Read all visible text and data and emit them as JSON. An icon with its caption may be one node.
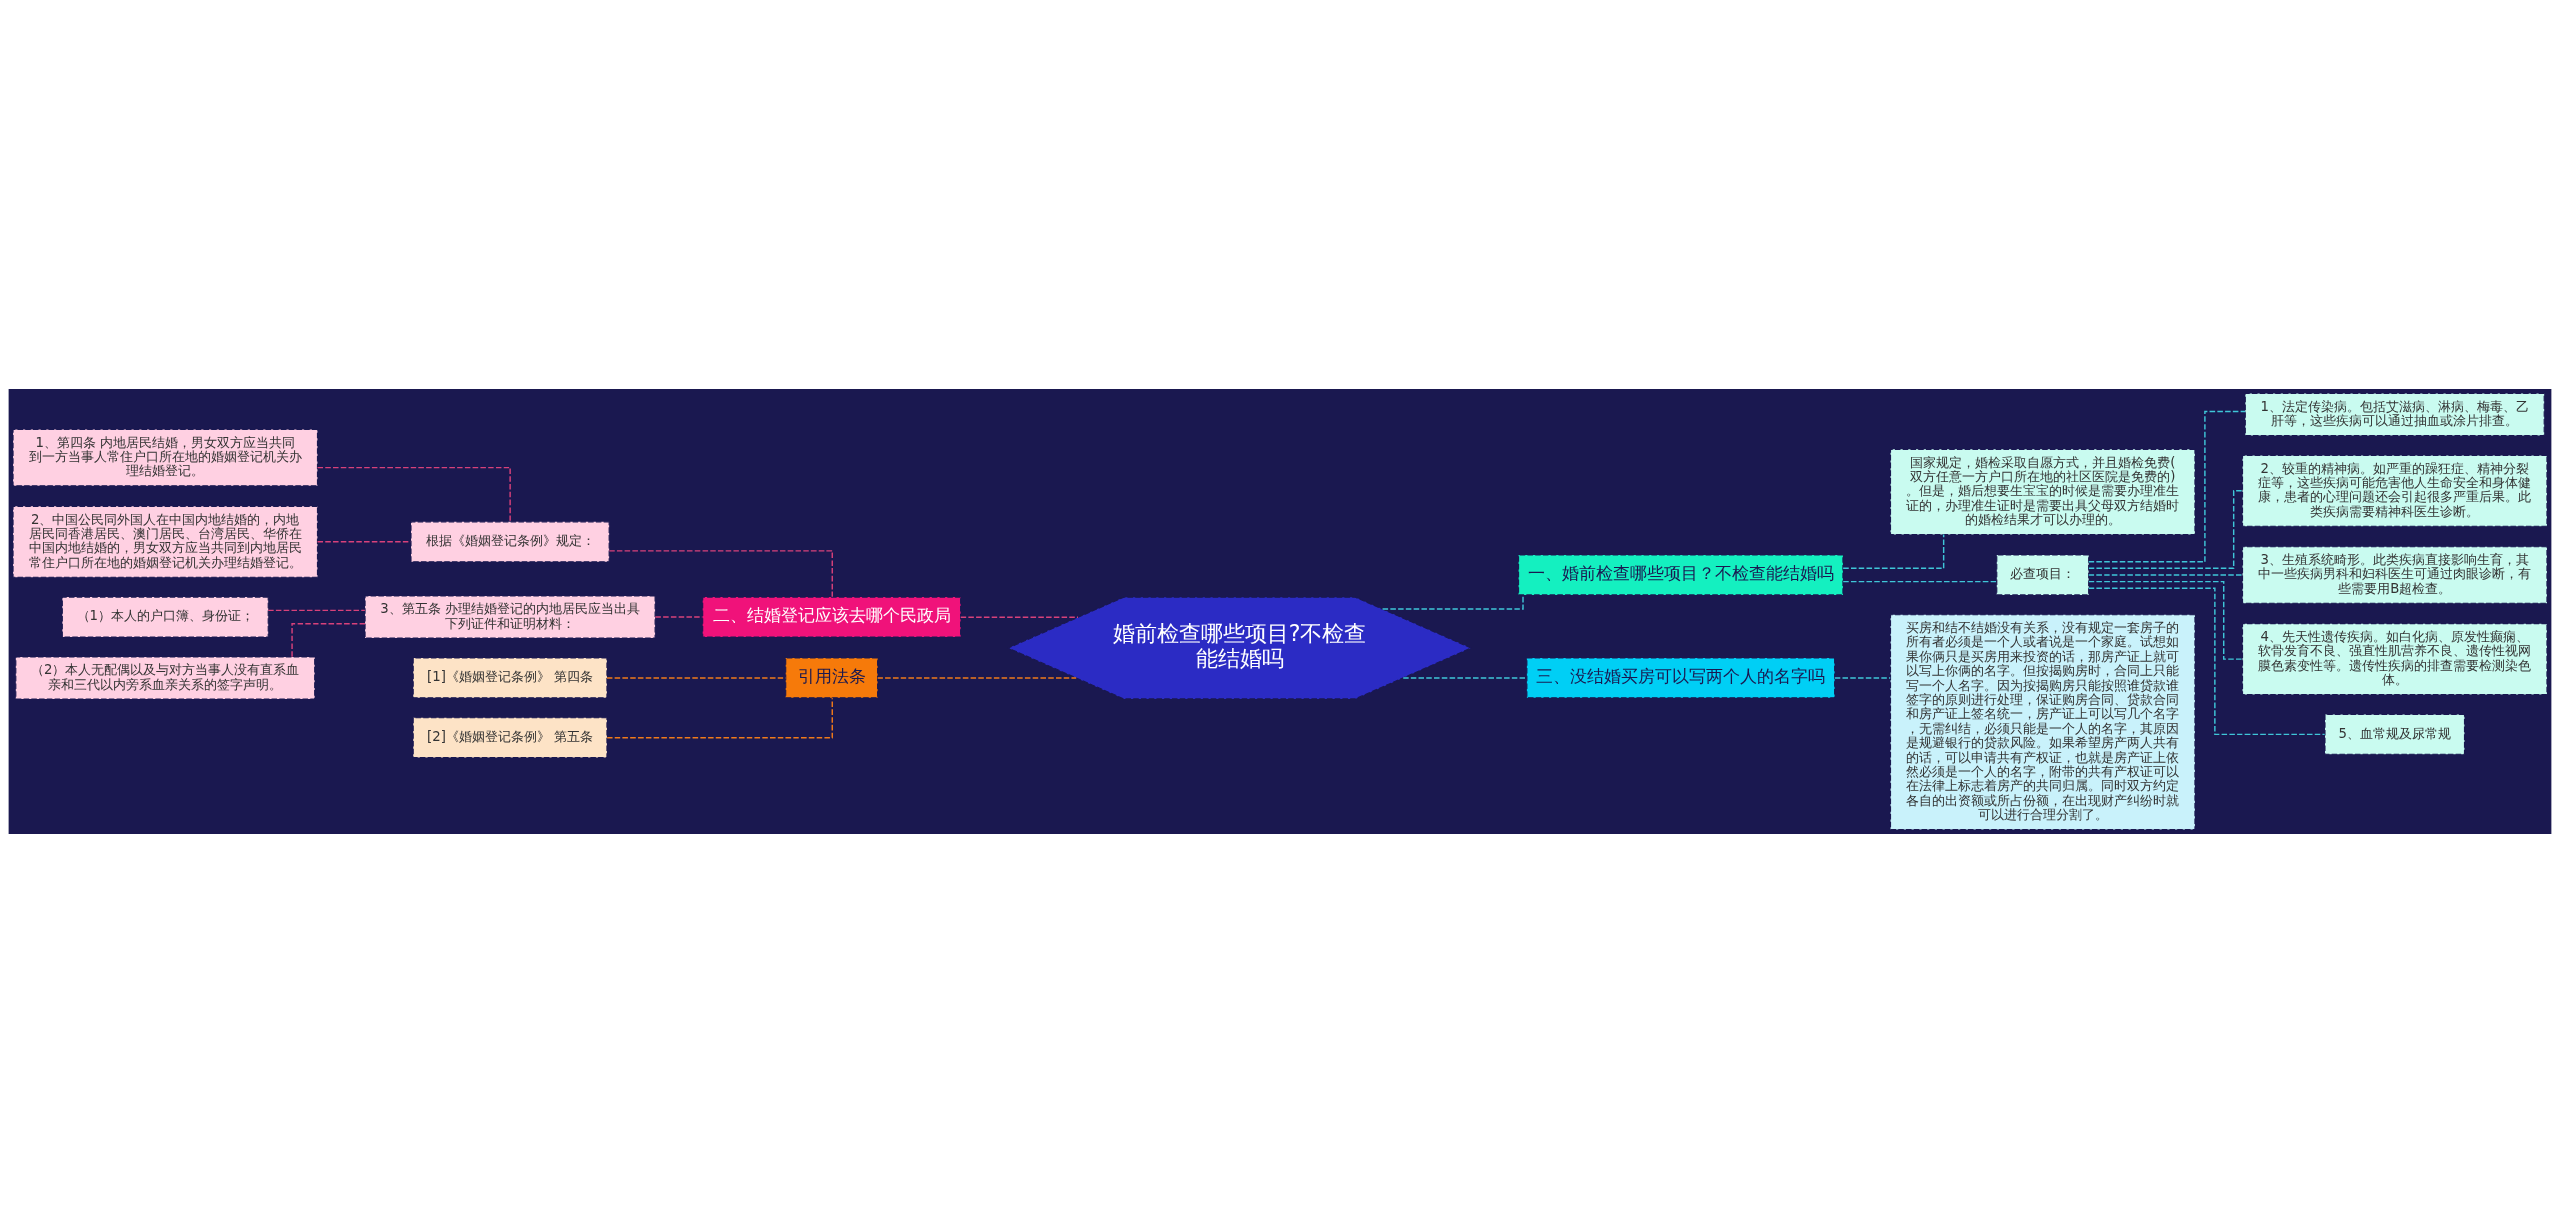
{
  "diagram": {
    "nodes": [
      {
        "text": [
          "婚前检查哪些项目?不检查能结婚吗"
        ]
      },
      {
        "text": [
          "一、婚前检查哪些项目？不检查能结婚吗"
        ]
      },
      {
        "text": [
          "国家规定，婚检采取自愿方式，并且婚检免费(双方任意一方户口所在地的社区医院是免费的)。但是，婚后想要生宝宝的时候是需要办理准生证的，办理准生证时是需要出具父母双方结婚时的婚检结果才可以办理的。"
        ]
      },
      {
        "text": [
          "必查项目："
        ]
      },
      {
        "text": [
          "1、法定传染病。包括艾滋病、淋病、梅毒、乙肝等，这些疾病可以通过抽血或涂片排查。"
        ]
      },
      {
        "text": [
          "2、较重的精神病。如严重的躁狂症、精神分裂症等，这些疾病可能危害他人生命安全和身体健康，患者的心理问题还会引起很多严重后果。此类疾病需要精神科医生诊断。"
        ]
      },
      {
        "text": [
          "3、生殖系统畸形。此类疾病直接影响生育，其中一些疾病男科和妇科医生可通过肉眼诊断，有些需要用B超检查。"
        ]
      },
      {
        "text": [
          "4、先天性遗传疾病。如白化病、原发性癫痫、软骨发育不良、强直性肌营养不良、遗传性视网膜色素变性等。遗传性疾病的排查需要检测染色体。"
        ]
      },
      {
        "text": [
          "5、血常规及尿常规"
        ]
      },
      {
        "text": [
          "三、没结婚买房可以写两个人的名字吗"
        ]
      },
      {
        "text": [
          "买房和结不结婚没有关系，没有规定一套房子的所有者必须是一个人或者说是一个家庭。试想如果你俩只是买房用来投资的话，那房产证上就可以写上你俩的名字。但按揭购房时，合同上只能写一个人名字。因为按揭购房只能按照谁贷款谁签字的原则进行处理，保证购房合同、贷款合同和房产证上签名统一，房产证上可以写几个名字，无需纠结，必须只能是一个人的名字，其原因是规避银行的贷款风险。如果希望房产两人共有的话，可以申请共有产权证，也就是房产证上依然必须是一个人的名字，附带的共有产权证可以在法律上标志着房产的共同归属。同时双方约定各自的出资额或所占份额，在出现财产纠纷时就可以进行合理分割了。"
        ]
      },
      {
        "text": [
          "二、结婚登记应该去哪个民政局"
        ]
      },
      {
        "text": [
          "根据《婚姻登记条例》规定："
        ]
      },
      {
        "text": [
          "1、第四条 内地居民结婚，男女双方应当共同到一方当事人常住户口所在地的婚姻登记机关办理结婚登记。"
        ]
      },
      {
        "text": [
          "2、中国公民同外国人在中国内地结婚的，内地居民同香港居民、澳门居民、台湾居民、华侨在中国内地结婚的，男女双方应当共同到内地居民常住户口所在地的婚姻登记机关办理结婚登记。"
        ]
      },
      {
        "text": [
          "3、第五条 办理结婚登记的内地居民应当出具下列证件和证明材料："
        ]
      },
      {
        "text": [
          "（1）本人的户口簿、身份证；"
        ]
      },
      {
        "text": [
          "（2）本人无配偶以及与对方当事人没有直系血亲和三代以内旁系血亲关系的签字声明。"
        ]
      },
      {
        "text": [
          "引用法条"
        ]
      },
      {
        "text": [
          "[1]《婚姻登记条例》 第四条"
        ]
      },
      {
        "text": [
          "[2]《婚姻登记条例》 第五条"
        ]
      }
    ],
    "edges": [
      {
        "from": 0,
        "to": 1,
        "arrow": "none",
        "style": "dashed",
        "color": "#3fc6d8"
      },
      {
        "from": 1,
        "to": 2,
        "arrow": "none",
        "style": "dashed",
        "color": "#3fc6d8"
      },
      {
        "from": 1,
        "to": 3,
        "arrow": "none",
        "style": "dashed",
        "color": "#3fc6d8"
      },
      {
        "from": 3,
        "to": 4,
        "arrow": "none",
        "style": "dashed",
        "color": "#3fc6d8"
      },
      {
        "from": 3,
        "to": 5,
        "arrow": "none",
        "style": "dashed",
        "color": "#3fc6d8"
      },
      {
        "from": 3,
        "to": 6,
        "arrow": "none",
        "style": "dashed",
        "color": "#3fc6d8"
      },
      {
        "from": 3,
        "to": 7,
        "arrow": "none",
        "style": "dashed",
        "color": "#3fc6d8"
      },
      {
        "from": 3,
        "to": 8,
        "arrow": "none",
        "style": "dashed",
        "color": "#3fc6d8"
      },
      {
        "from": 0,
        "to": 9,
        "arrow": "none",
        "style": "dashed",
        "color": "#3fc6d8"
      },
      {
        "from": 9,
        "to": 10,
        "arrow": "none",
        "style": "dashed",
        "color": "#3fc6d8"
      },
      {
        "from": 0,
        "to": 11,
        "arrow": "none",
        "style": "dashed",
        "color": "#d8417a"
      },
      {
        "from": 11,
        "to": 12,
        "arrow": "none",
        "style": "dashed",
        "color": "#d8417a"
      },
      {
        "from": 12,
        "to": 13,
        "arrow": "none",
        "style": "dashed",
        "color": "#d8417a"
      },
      {
        "from": 12,
        "to": 14,
        "arrow": "none",
        "style": "dashed",
        "color": "#d8417a"
      },
      {
        "from": 11,
        "to": 15,
        "arrow": "none",
        "style": "dashed",
        "color": "#d8417a"
      },
      {
        "from": 15,
        "to": 16,
        "arrow": "none",
        "style": "dashed",
        "color": "#d8417a"
      },
      {
        "from": 15,
        "to": 17,
        "arrow": "none",
        "style": "dashed",
        "color": "#d8417a"
      },
      {
        "from": 0,
        "to": 18,
        "arrow": "none",
        "style": "dashed",
        "color": "#f07a1a"
      },
      {
        "from": 18,
        "to": 19,
        "arrow": "none",
        "style": "dashed",
        "color": "#f07a1a"
      },
      {
        "from": 18,
        "to": 20,
        "arrow": "none",
        "style": "dashed",
        "color": "#f07a1a"
      }
    ]
  }
}
